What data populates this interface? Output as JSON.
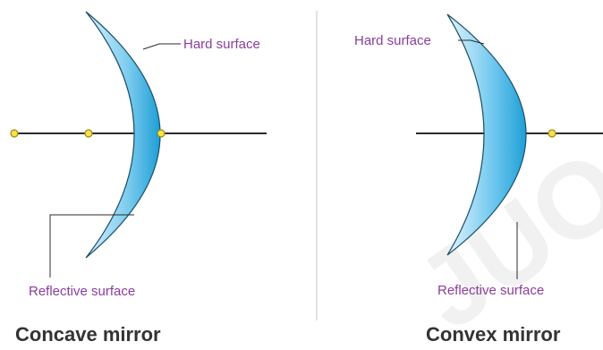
{
  "concave": {
    "hard_label": "Hard surface",
    "reflective_label": "Reflective surface",
    "caption": "Concave mirror"
  },
  "convex": {
    "hard_label": "Hard surface",
    "reflective_label": "Reflective surface",
    "caption": "Convex mirror"
  },
  "colors": {
    "mirror_light": "#d9f1fb",
    "mirror_dark": "#1e9fd6",
    "mirror_edge": "#1b4f6a",
    "axis": "#2b2b2b",
    "point_fill": "#f6e24a",
    "point_stroke": "#9a8a10",
    "label_text": "#8a3d9c",
    "caption_text": "#333333",
    "divider": "#cfcfcf"
  },
  "watermark_text": "JUO"
}
